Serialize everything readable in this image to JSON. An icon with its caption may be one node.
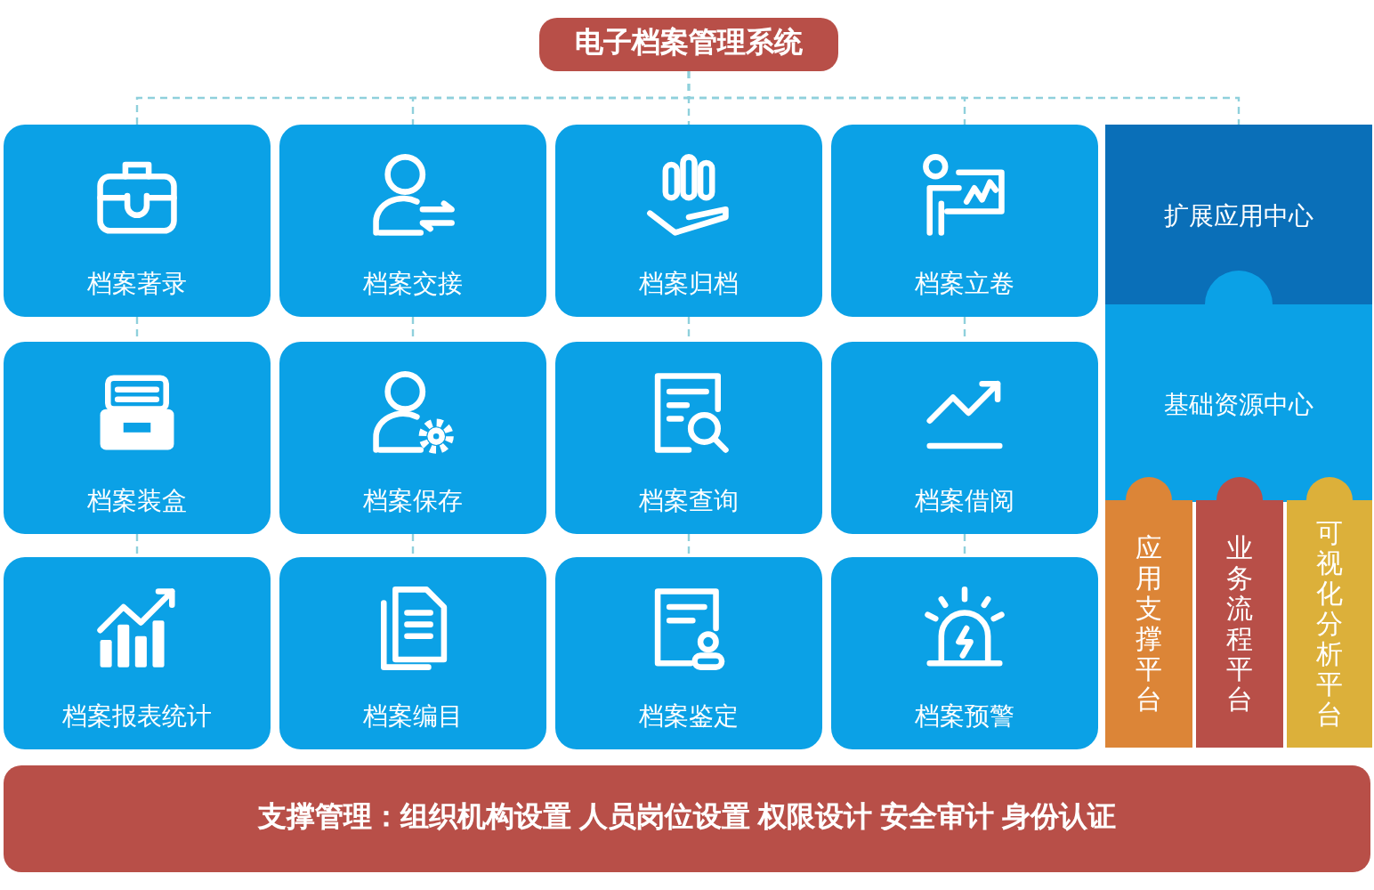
{
  "diagram": {
    "nodes": [
      {
        "text": [
          "电子档案管理系统"
        ]
      },
      {
        "text": [
          "档案著录"
        ]
      },
      {
        "text": [
          "档案交接"
        ]
      },
      {
        "text": [
          "档案归档"
        ]
      },
      {
        "text": [
          "档案立卷"
        ]
      },
      {
        "text": [
          "档案装盒"
        ]
      },
      {
        "text": [
          "档案保存"
        ]
      },
      {
        "text": [
          "档案查询"
        ]
      },
      {
        "text": [
          "档案借阅"
        ]
      },
      {
        "text": [
          "档案报表统计"
        ]
      },
      {
        "text": [
          "档案编目"
        ]
      },
      {
        "text": [
          "档案鉴定"
        ]
      },
      {
        "text": [
          "档案预警"
        ]
      },
      {
        "text": [
          "扩展应用中心"
        ]
      },
      {
        "text": [
          "基础资源中心"
        ]
      },
      {
        "text": [
          "应用支撑平台"
        ]
      },
      {
        "text": [
          "业务流程平台"
        ]
      },
      {
        "text": [
          "可视化分析平台"
        ]
      },
      {
        "text": [
          "支撑管理：组织机构设置 人员岗位设置 权限设计 安全审计 身份认证"
        ]
      }
    ],
    "edges": [
      {
        "from": 0,
        "to": 1,
        "arrow": "none",
        "style": "dashed"
      },
      {
        "from": 0,
        "to": 2,
        "arrow": "none",
        "style": "dashed"
      },
      {
        "from": 0,
        "to": 3,
        "arrow": "none",
        "style": "dashed"
      },
      {
        "from": 0,
        "to": 4,
        "arrow": "none",
        "style": "dashed"
      },
      {
        "from": 0,
        "to": 13,
        "arrow": "none",
        "style": "dashed"
      },
      {
        "from": 1,
        "to": 5,
        "arrow": "none",
        "style": "dashed"
      },
      {
        "from": 5,
        "to": 9,
        "arrow": "none",
        "style": "dashed"
      },
      {
        "from": 2,
        "to": 6,
        "arrow": "none",
        "style": "dashed"
      },
      {
        "from": 6,
        "to": 10,
        "arrow": "none",
        "style": "dashed"
      },
      {
        "from": 3,
        "to": 7,
        "arrow": "none",
        "style": "dashed"
      },
      {
        "from": 7,
        "to": 11,
        "arrow": "none",
        "style": "dashed"
      },
      {
        "from": 4,
        "to": 8,
        "arrow": "none",
        "style": "dashed"
      },
      {
        "from": 8,
        "to": 12,
        "arrow": "none",
        "style": "dashed"
      }
    ]
  }
}
